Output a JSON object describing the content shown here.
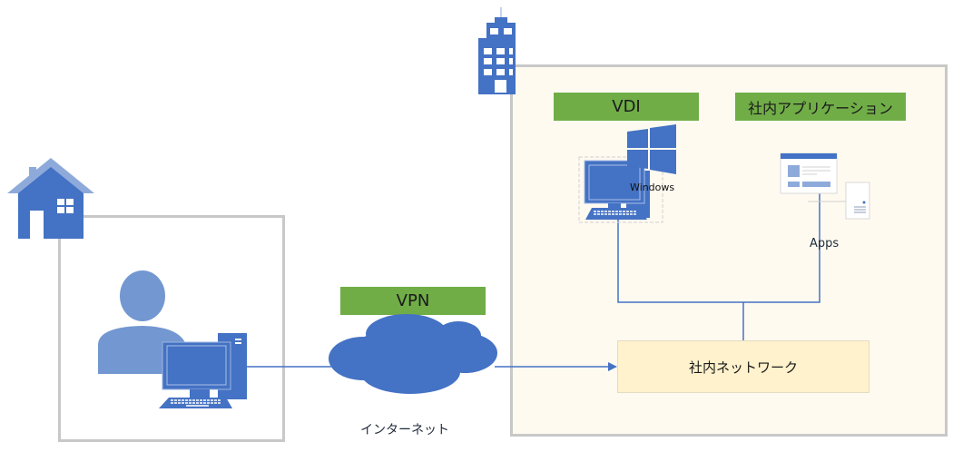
{
  "labels": {
    "vdi": "VDI",
    "internal_apps": "社内アプリケーション",
    "vpn": "VPN",
    "internal_network": "社内ネットワーク",
    "internet": "インターネット",
    "windows": "Windows",
    "apps": "Apps"
  },
  "colors": {
    "icon_blue": "#4472c4",
    "light_blue": "#7397d1",
    "green": "#70ad47",
    "network_fill": "#fff2cc",
    "office_fill": "#fffaf0",
    "border_gray": "#c8c8c8"
  },
  "icons": {
    "home": "house-icon",
    "office": "building-icon",
    "user": "person-icon",
    "pc": "desktop-computer-icon",
    "cloud": "cloud-icon",
    "windows": "windows-logo-icon",
    "app": "application-window-icon",
    "server": "server-icon"
  }
}
